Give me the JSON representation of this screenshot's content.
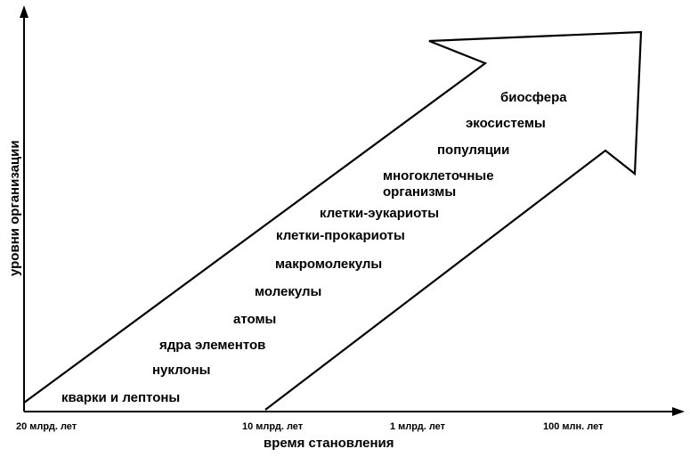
{
  "diagram": {
    "y_axis_title": "уровни организации",
    "x_axis_title": "время становления",
    "x_ticks": [
      "20 млрд. лет",
      "10 млрд. лет",
      "1 млрд. лет",
      "100 млн. лет"
    ],
    "levels": [
      "кварки и лептоны",
      "нуклоны",
      "ядра элементов",
      "атомы",
      "молекулы",
      "макромолекулы",
      "клетки-прокариоты",
      "клетки-эукариоты",
      "многоклеточные",
      "организмы",
      "популяции",
      "экосистемы",
      "биосфера"
    ]
  }
}
